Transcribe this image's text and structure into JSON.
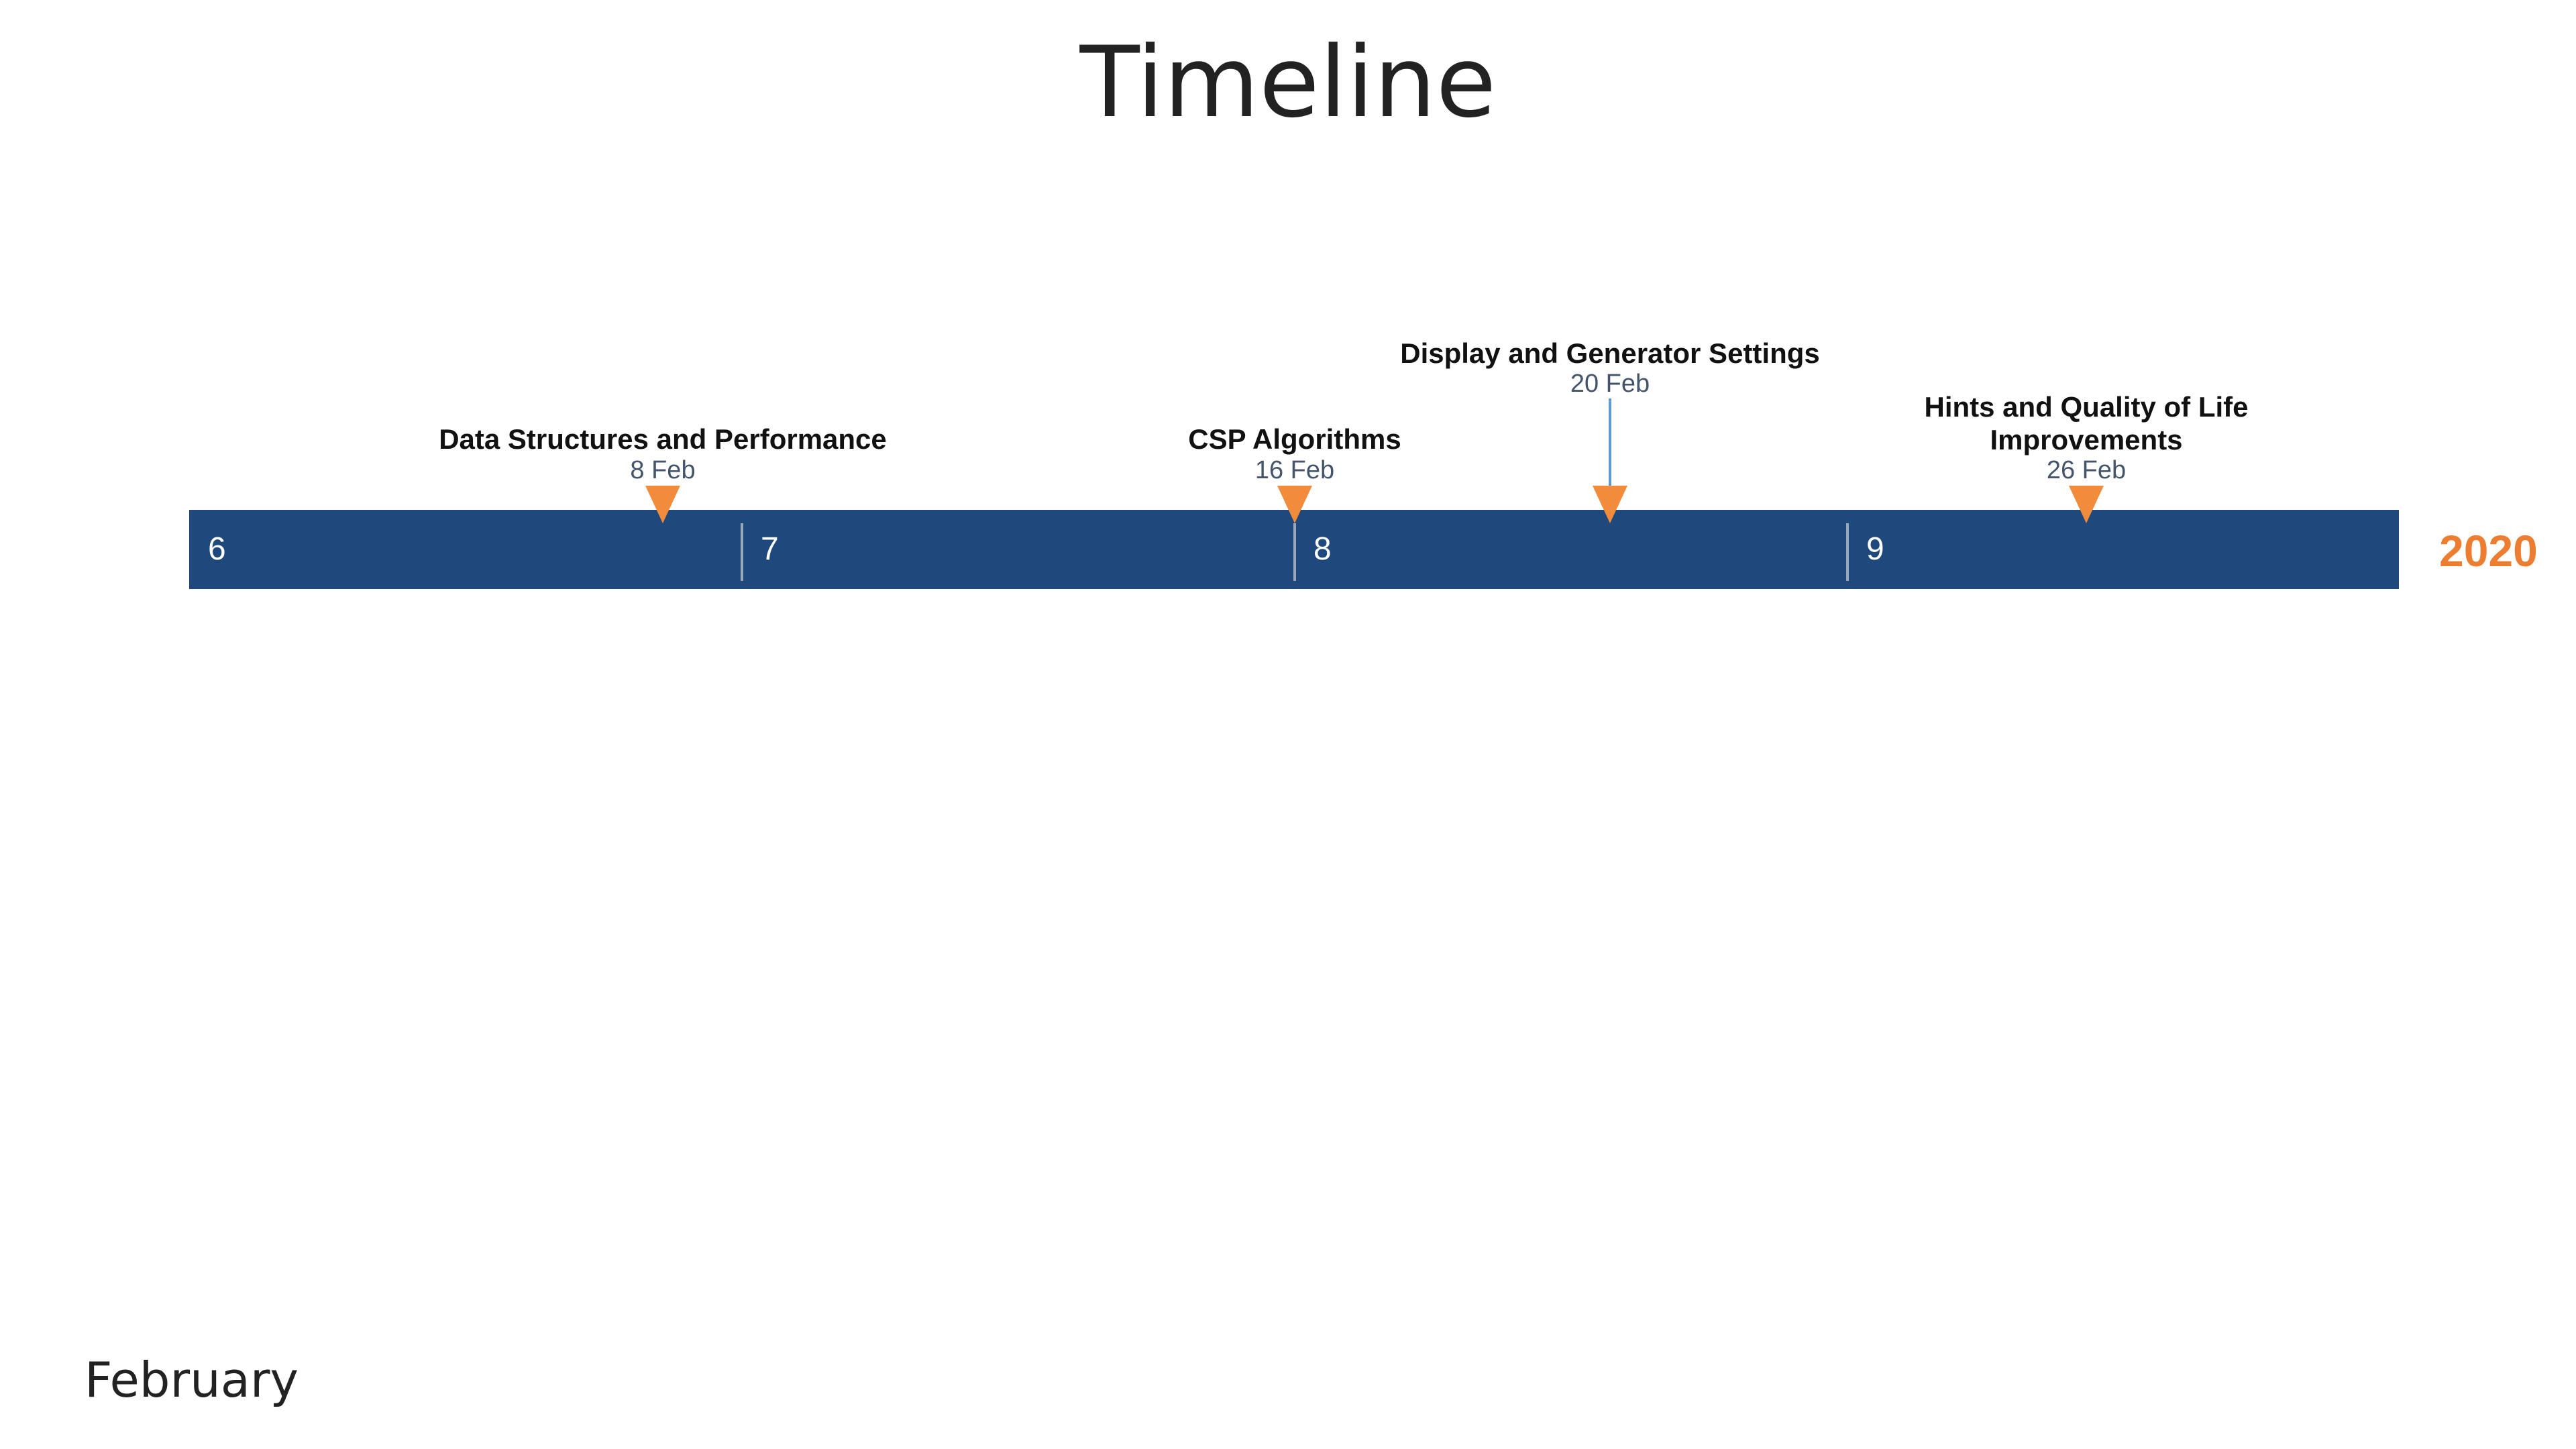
{
  "title": "Timeline",
  "footer_label": "February",
  "year_label": "2020",
  "colors": {
    "bar": "#1f497d",
    "marker": "#f08c3c",
    "year": "#ed7d31",
    "stem": "#5b9bd5",
    "date_text": "#44546a"
  },
  "axis": {
    "weeks": [
      {
        "label": "6"
      },
      {
        "label": "7"
      },
      {
        "label": "8"
      },
      {
        "label": "9"
      }
    ]
  },
  "milestones": [
    {
      "title": "Data Structures and Performance",
      "date": "8 Feb"
    },
    {
      "title": "CSP Algorithms",
      "date": "16 Feb"
    },
    {
      "title": "Display and Generator Settings",
      "date": "20 Feb"
    },
    {
      "title": "Hints and Quality of Life Improvements",
      "date": "26 Feb"
    }
  ]
}
